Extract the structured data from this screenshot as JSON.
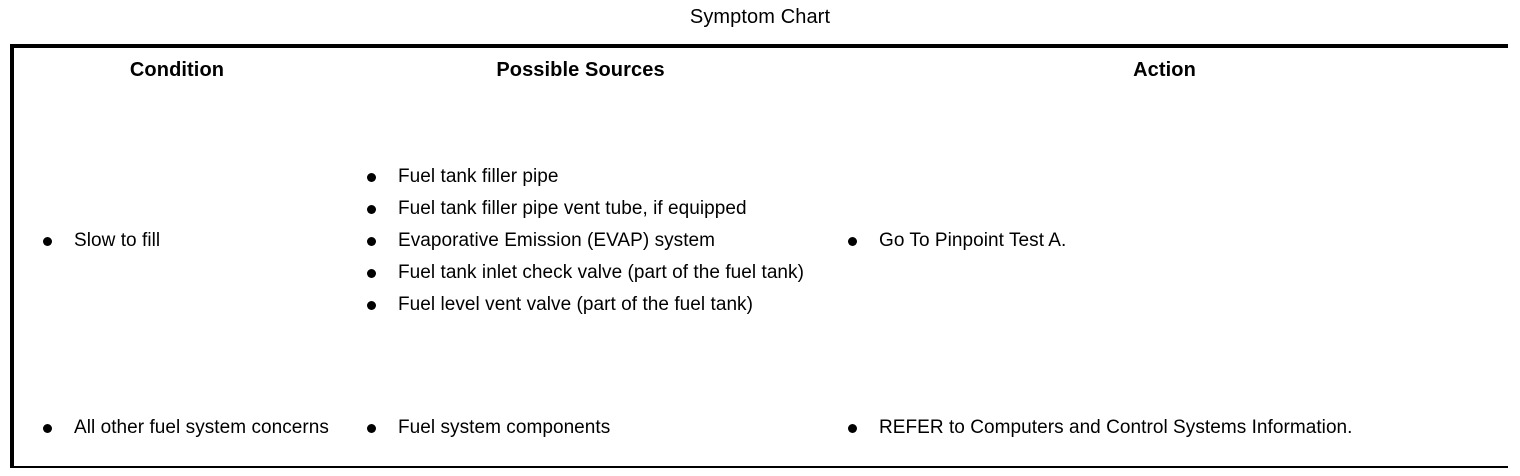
{
  "title": "Symptom Chart",
  "table": {
    "columns": [
      {
        "key": "condition",
        "label": "Condition"
      },
      {
        "key": "possible_sources",
        "label": "Possible Sources"
      },
      {
        "key": "action",
        "label": "Action"
      }
    ],
    "rows": [
      {
        "condition": [
          "Slow to fill"
        ],
        "possible_sources": [
          "Fuel tank filler pipe",
          "Fuel tank filler pipe vent tube, if equipped",
          "Evaporative Emission (EVAP) system",
          "Fuel tank inlet check valve (part of the fuel tank)",
          "Fuel level vent valve (part of the fuel tank)"
        ],
        "action": [
          "Go To Pinpoint Test A."
        ]
      },
      {
        "condition": [
          "All other fuel system concerns"
        ],
        "possible_sources": [
          "Fuel system components"
        ],
        "action": [
          "REFER to Computers and Control Systems Information."
        ]
      }
    ]
  },
  "colors": {
    "background": "#ffffff",
    "text": "#000000",
    "border": "#000000"
  }
}
